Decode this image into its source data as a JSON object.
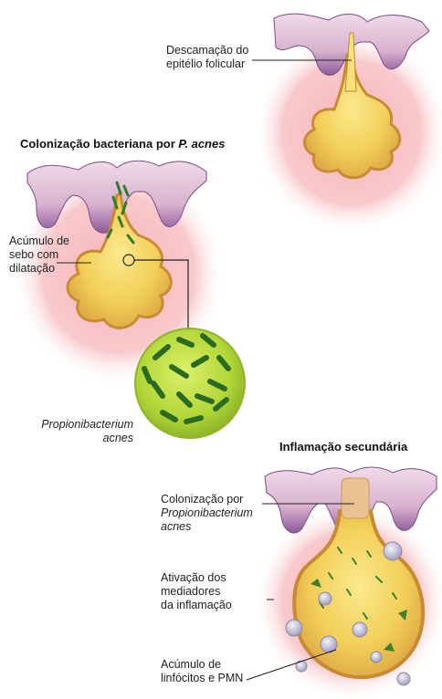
{
  "panels": {
    "top_right": {
      "label_line1": "Descamação do",
      "label_line2": "epitélio folicular"
    },
    "middle_left": {
      "title_prefix": "Colonização bacteriana por ",
      "title_italic": "P. acnes",
      "label_line1": "Acúmulo de",
      "label_line2": "sebo com",
      "label_line3": "dilatação",
      "bacteria_line1": "Propionibacterium",
      "bacteria_line2": "acnes"
    },
    "bottom_right": {
      "title": "Inflamação secundária",
      "colonization_line1": "Colonização por",
      "colonization_line2": "Propionibacterium",
      "colonization_line3": "acnes",
      "mediators_line1": "Ativação dos",
      "mediators_line2": "mediadores",
      "mediators_line3": "da inflamação",
      "cells_line1": "Acúmulo de",
      "cells_line2": "linfócitos e PMN"
    }
  },
  "colors": {
    "halo": "#f4b8bd",
    "skin_pink": "#e8c4d8",
    "skin_purple": "#9a6aa2",
    "sebum_yellow": "#f3d35a",
    "gland_orange": "#d99a3a",
    "bacteria_green": "#2f7d2a",
    "magnifier_green": "#b5d83c"
  }
}
